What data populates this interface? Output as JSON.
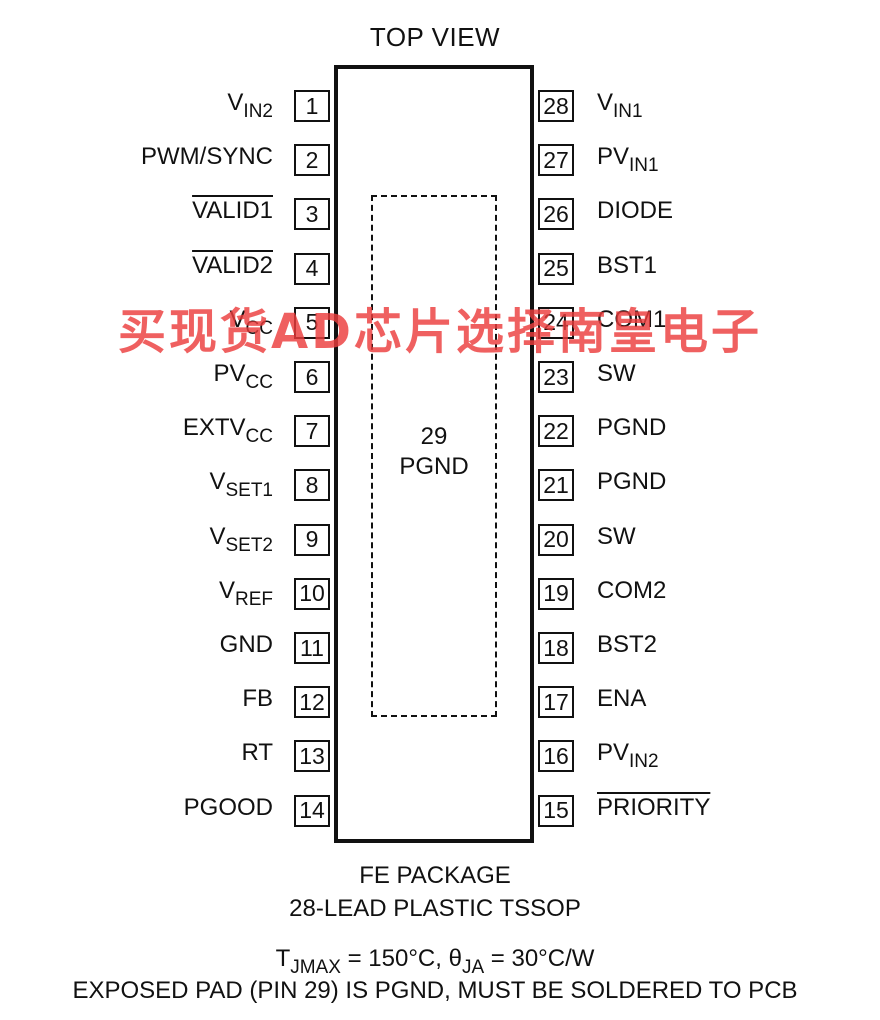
{
  "title": "TOP VIEW",
  "center_pad": {
    "number": "29",
    "name": "PGND"
  },
  "pins_left": [
    {
      "num": "1",
      "main": "V",
      "sub": "IN2",
      "overline": false
    },
    {
      "num": "2",
      "main": "PWM/SYNC",
      "sub": "",
      "overline": false
    },
    {
      "num": "3",
      "main": "VALID1",
      "sub": "",
      "overline": true
    },
    {
      "num": "4",
      "main": "VALID2",
      "sub": "",
      "overline": true
    },
    {
      "num": "5",
      "main": "V",
      "sub": "CC",
      "overline": false
    },
    {
      "num": "6",
      "main": "PV",
      "sub": "CC",
      "overline": false
    },
    {
      "num": "7",
      "main": "EXTV",
      "sub": "CC",
      "overline": false
    },
    {
      "num": "8",
      "main": "V",
      "sub": "SET1",
      "overline": false
    },
    {
      "num": "9",
      "main": "V",
      "sub": "SET2",
      "overline": false
    },
    {
      "num": "10",
      "main": "V",
      "sub": "REF",
      "overline": false
    },
    {
      "num": "11",
      "main": "GND",
      "sub": "",
      "overline": false
    },
    {
      "num": "12",
      "main": "FB",
      "sub": "",
      "overline": false
    },
    {
      "num": "13",
      "main": "RT",
      "sub": "",
      "overline": false
    },
    {
      "num": "14",
      "main": "PGOOD",
      "sub": "",
      "overline": false
    }
  ],
  "pins_right": [
    {
      "num": "28",
      "main": "V",
      "sub": "IN1",
      "overline": false
    },
    {
      "num": "27",
      "main": "PV",
      "sub": "IN1",
      "overline": false
    },
    {
      "num": "26",
      "main": "DIODE",
      "sub": "",
      "overline": false
    },
    {
      "num": "25",
      "main": "BST1",
      "sub": "",
      "overline": false
    },
    {
      "num": "24",
      "main": "COM1",
      "sub": "",
      "overline": false
    },
    {
      "num": "23",
      "main": "SW",
      "sub": "",
      "overline": false
    },
    {
      "num": "22",
      "main": "PGND",
      "sub": "",
      "overline": false
    },
    {
      "num": "21",
      "main": "PGND",
      "sub": "",
      "overline": false
    },
    {
      "num": "20",
      "main": "SW",
      "sub": "",
      "overline": false
    },
    {
      "num": "19",
      "main": "COM2",
      "sub": "",
      "overline": false
    },
    {
      "num": "18",
      "main": "BST2",
      "sub": "",
      "overline": false
    },
    {
      "num": "17",
      "main": "ENA",
      "sub": "",
      "overline": false
    },
    {
      "num": "16",
      "main": "PV",
      "sub": "IN2",
      "overline": false
    },
    {
      "num": "15",
      "main": "PRIORITY",
      "sub": "",
      "overline": true
    }
  ],
  "footer": {
    "package": "FE PACKAGE",
    "lead": "28-LEAD PLASTIC TSSOP",
    "thermal_t": "T",
    "thermal_t_sub": "JMAX",
    "thermal_mid": " = 150°C, θ",
    "thermal_theta_sub": "JA",
    "thermal_end": " = 30°C/W",
    "note": "EXPOSED PAD (PIN 29) IS PGND, MUST BE SOLDERED TO PCB"
  },
  "watermark": "买现货AD芯片选择南皇电子",
  "watermark_color": "#eb3c3c"
}
